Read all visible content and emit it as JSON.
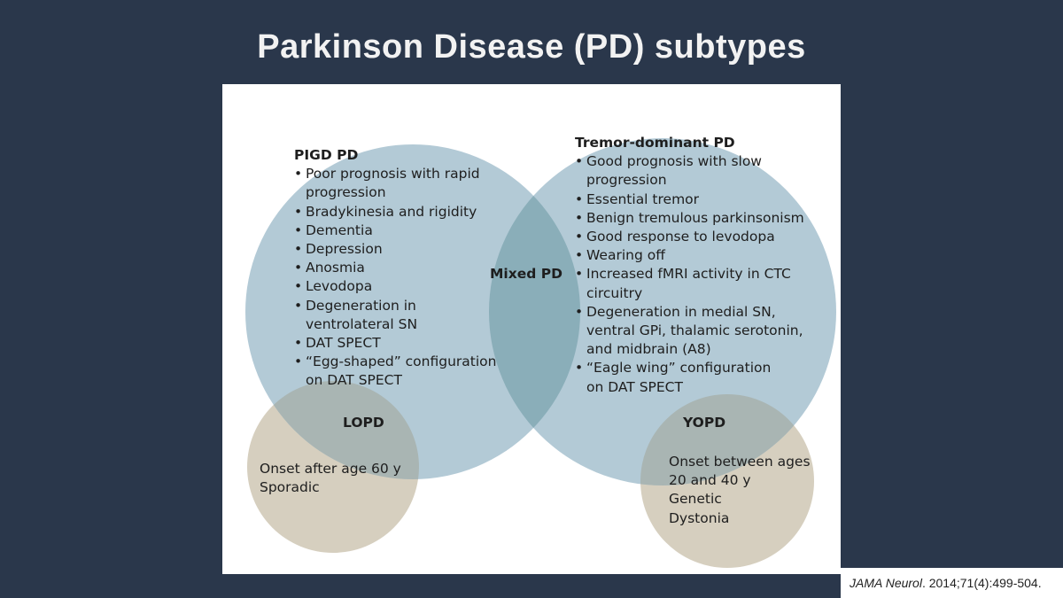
{
  "slide_title": "Parkinson Disease (PD) subtypes",
  "diagram": {
    "pigd": {
      "title": "PIGD PD",
      "items": [
        "Poor prognosis with rapid progression",
        "Bradykinesia and rigidity",
        "Dementia",
        "Depression",
        "Anosmia",
        "Levodopa",
        "Degeneration in ventrolateral SN",
        "DAT SPECT",
        "“Egg-shaped” configuration on DAT SPECT"
      ]
    },
    "tremor": {
      "title": "Tremor-dominant PD",
      "items": [
        "Good prognosis with slow progression",
        "Essential tremor",
        "Benign tremulous parkinsonism",
        "Good response to levodopa",
        "Wearing off",
        "Increased fMRI activity in CTC circuitry",
        "Degeneration in medial SN, ventral GPi, thalamic serotonin, and midbrain (A8)",
        "“Eagle wing” configuration on DAT SPECT"
      ]
    },
    "mixed": {
      "label": "Mixed PD"
    },
    "lopd": {
      "title": "LOPD",
      "lines": [
        "Onset after age 60 y",
        "Sporadic"
      ]
    },
    "yopd": {
      "title": "YOPD",
      "lines": [
        "Onset between ages",
        "20 and 40 y",
        "Genetic",
        "Dystonia"
      ]
    },
    "colors": {
      "big_circle": "#b3cad6",
      "overlap": "#8aaeb9",
      "small_circle": "#d6cfbf",
      "small_overlap": "#a9b5b3"
    }
  },
  "citation": {
    "journal": "JAMA Neurol",
    "details": ". 2014;71(4):499-504."
  }
}
